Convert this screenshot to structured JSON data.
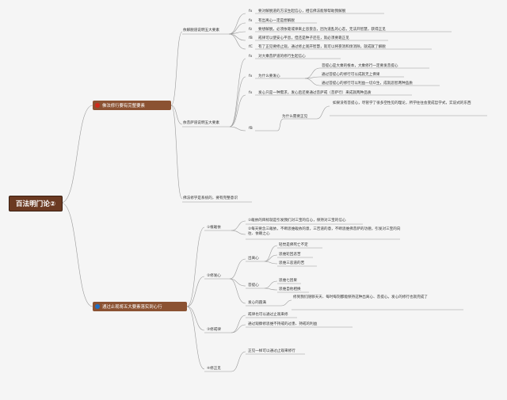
{
  "root": {
    "label": "百法明门论②"
  },
  "branch1": {
    "label": "佛法修行要有完整要素",
    "icon_color": "#d12a1b",
    "sub1": {
      "label": "依解脱道说明五大要素",
      "items": [
        {
          "tag": "fx",
          "text": "要对解脱道的方法生起信心，相信佛法能够帮助我解脱"
        },
        {
          "tag": "fx",
          "text": "有出离心一定是想解脱"
        },
        {
          "tag": "fz",
          "text": "要想解脱，必须依靠戒律来止息妄念，因为道乱的心态，无法开智慧，获得正见"
        },
        {
          "tag": "fB",
          "text": "戒律可以使安心平息，但还是种子还在，就必须要靠正见"
        },
        {
          "tag": "fC",
          "text": "有了正见要修止观，通过修止观开智慧，就可以将妄消和烦消除，就成就了解脱"
        }
      ]
    },
    "sub2": {
      "label": "依菩萨道说明五大要素",
      "i1": {
        "tag": "fx",
        "text": "对大乘菩萨道的修行生起信心"
      },
      "i2": {
        "tag": "fx",
        "text": "为什么要发心",
        "children": [
          "菩提心是大乘的根本，大乘修行一定要发菩提心",
          "通过菩提心的修行可以成就无上佛果",
          "通过菩提心的修行可以利益一切众生，成就悲智两种品质"
        ]
      },
      "i3": {
        "tag": "fx",
        "text": "发心只是一种需求，发心后还要通过菩萨戒（菩萨行）来成就两种品质"
      },
      "i4": {
        "tag": "fB",
        "text": "为什么需要正见",
        "child": "如果没有菩提心，尽管学了很多空性见的理论，所学往往会变成哲学式，实说式的东西"
      }
    },
    "sub3": {
      "label": "佛法修学是系统的，要有完整意识"
    }
  },
  "branch2": {
    "label": "通过止观将五大要素落实到心行",
    "icon_color": "#1e6fc4",
    "s1": {
      "label": "①植皈依",
      "items": [
        "①皈依的目标就是引发我们对三宝的信心，保持对三宝的信心",
        "②每天要念三皈依，不断思维皈依的意，三否道的意，不断思维佛菩萨的功德，引发对三宝的向往、依赖之心"
      ]
    },
    "s2": {
      "label": "②修发心",
      "g1": {
        "label": "出离心",
        "children": [
          "轻觉是佛死亡不定",
          "思维轮回恶苦",
          "思维三恶道的苦"
        ]
      },
      "g2": {
        "label": "菩提心",
        "children": [
          "思维七因果",
          "思维自他相换"
        ]
      },
      "g3": {
        "label": "发心的圆满",
        "child": "修到我们随够天天、每时每刻都能保持这种出离心、菩提心。发心的修行也就完成了"
      }
    },
    "s3": {
      "label": "③修戒律",
      "items": [
        "戒律也可以通过止观来修",
        "通过观察修思维不持戒的过患、持戒的利益"
      ]
    },
    "s4": {
      "label": "④修正见",
      "items": [
        "正见一样可以通过止观来修行"
      ]
    }
  }
}
